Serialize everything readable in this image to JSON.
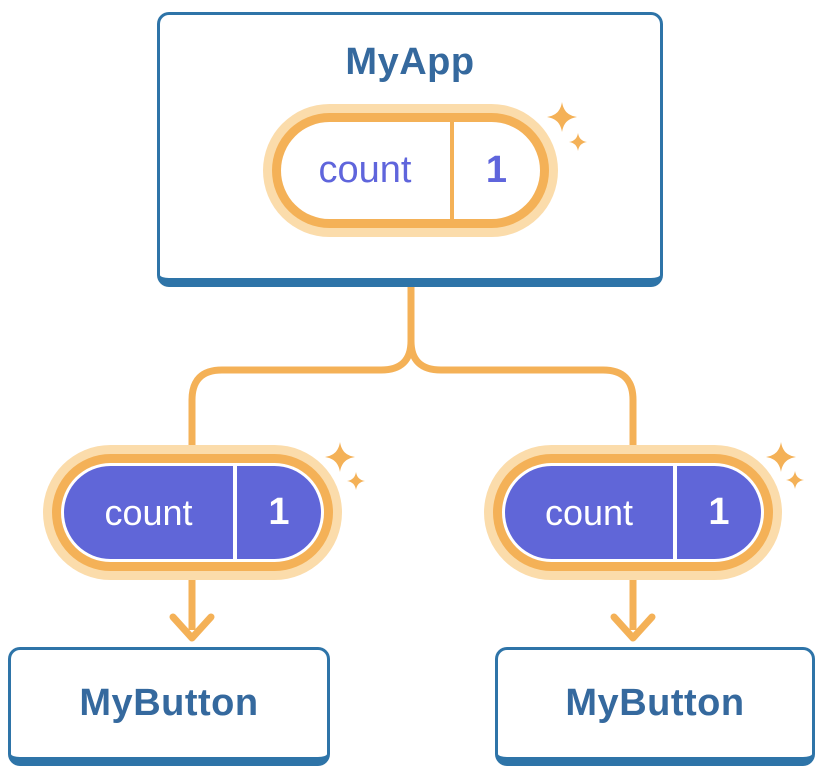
{
  "theme": {
    "colors": {
      "background": "#ffffff",
      "card-border": "#2e74a8",
      "card-text": "#35699e",
      "orange": "#f4b157",
      "orange-light": "#fbdcab",
      "purple": "#6066d8",
      "purple-text": "#5f65dc",
      "white": "#ffffff"
    }
  },
  "icons": {
    "sparkle": "✦",
    "arrow_down": "↓"
  },
  "tree": {
    "root": {
      "title": "MyApp",
      "state": {
        "label": "count",
        "value": "1"
      }
    },
    "children": [
      {
        "title": "MyButton",
        "state": {
          "label": "count",
          "value": "1"
        }
      },
      {
        "title": "MyButton",
        "state": {
          "label": "count",
          "value": "1"
        }
      }
    ]
  }
}
